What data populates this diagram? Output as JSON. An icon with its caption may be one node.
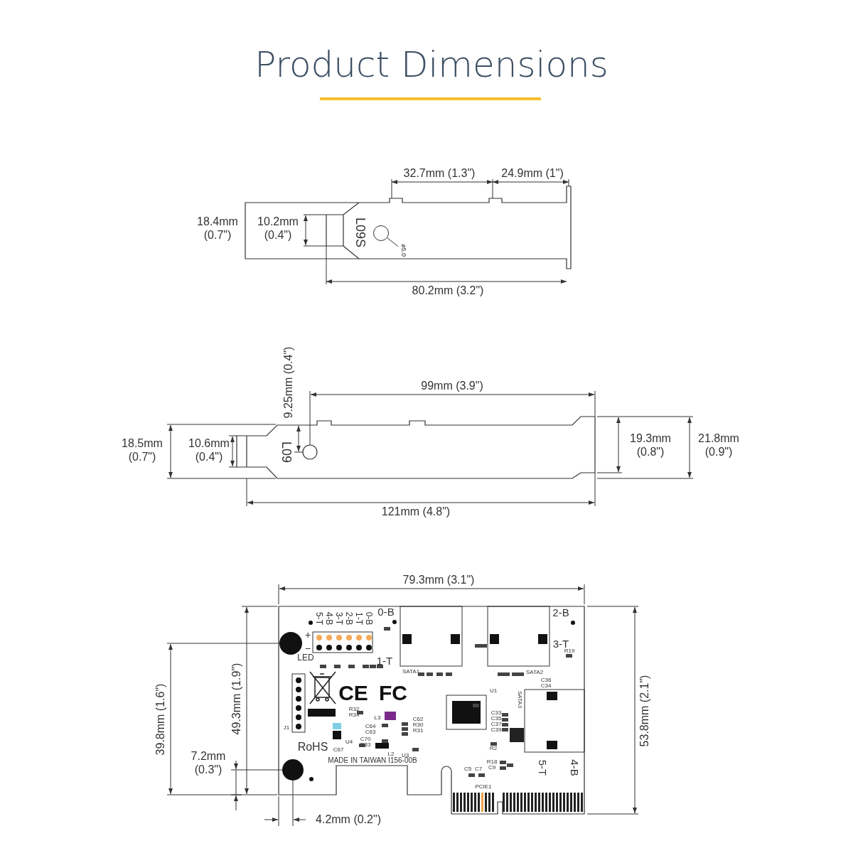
{
  "diagram": {
    "title": "Product Dimensions",
    "nodes": [
      {
        "text": [
          "ø5.0"
        ]
      },
      {
        "text": [],
        "shape": "circle"
      }
    ],
    "edges": [
      {
        "from": 0,
        "to": 1,
        "arrow": "none"
      }
    ],
    "labels": [
      "32.7mm (1.3\")",
      "24.9mm (1\")",
      "18.4mm (0.7\")",
      "10.2mm (0.4\")",
      "L09S",
      "80.2mm (3.2\")",
      "9.25mm (0.4\")",
      "99mm (3.9\")",
      "18.5mm (0.7\")",
      "10.6mm (0.4\")",
      "L09",
      "19.3mm (0.8\")",
      "21.8mm (0.9\")",
      "121mm (4.8\")",
      "79.3mm (3.1\")",
      "39.8mm (1.6\")",
      "49.3mm (1.9\")",
      "5-T",
      "4-B",
      "3-T",
      "2-B",
      "1-T",
      "0-B",
      "0-B",
      "2-B",
      "+",
      "−",
      "LED",
      "1-T",
      "3-T",
      "R19",
      "SATA1",
      "SATA2",
      "C36",
      "C34",
      "CE",
      "FC",
      "U1",
      "SATA3",
      "J1",
      "R32",
      "R34",
      "C64",
      "C63",
      "L3",
      "C62",
      "R30",
      "R31",
      "C33",
      "C35",
      "C37",
      "C39",
      "53.8mm (2.1\")",
      "RoHS",
      "C67",
      "U4",
      "C70",
      "R33",
      "L2",
      "U3",
      "R2",
      "7.2mm (0.3\")",
      "MADE IN TAIWAN I156-00B",
      "C5",
      "C7",
      "R18",
      "C9",
      "5-T",
      "4-B",
      "PCIE1",
      "4.2mm (0.2\")"
    ]
  }
}
